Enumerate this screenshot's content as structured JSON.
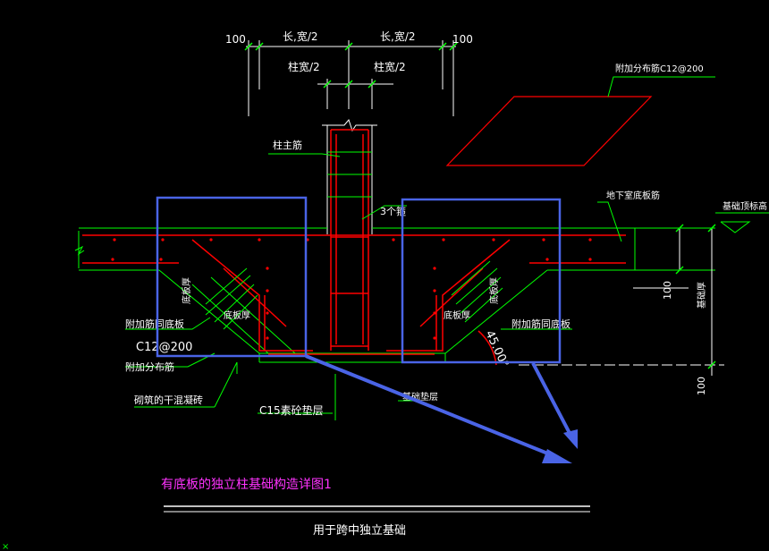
{
  "drawing": {
    "dims": {
      "d100_left": "100",
      "d100_right": "100",
      "long_width_left": "长,宽/2",
      "long_width_right": "长,宽/2",
      "col_width_left": "柱宽/2",
      "col_width_right": "柱宽/2"
    },
    "labels": {
      "add_dist_top": "附加分布筋C12@200",
      "col_main_bar": "柱主筋",
      "stirrups": "3个箍",
      "basement_slab_bar": "地下室底板筋",
      "top_elev": "基础顶标高",
      "slab_thk_left": "底板厚",
      "base_thk_left": "底板厚",
      "base_thk_right": "底板厚",
      "slab_thk_right": "底板厚",
      "add_bar_same_left": "附加筋同底板",
      "c12_left": "C12@200",
      "add_dist_left": "附加分布筋",
      "earth_slope": "砌筑的干混凝砖",
      "c15_cushion": "C15素砼垫层",
      "base_cushion": "基础垫层",
      "add_bar_same_right": "附加筋同底板",
      "angle": "45.00°",
      "dim_base_thk": "基础厚",
      "dim_100": "100",
      "dim_100b": "100"
    },
    "title": "有底板的独立柱基础构造详图1",
    "subtitle": "用于跨中独立基础"
  },
  "colors": {
    "background": "#000000",
    "white": "#ffffff",
    "green": "#00ff00",
    "red": "#ff0000",
    "yellow": "#ffff00",
    "blue": "#4a64e6",
    "magenta": "#ff33ff"
  }
}
